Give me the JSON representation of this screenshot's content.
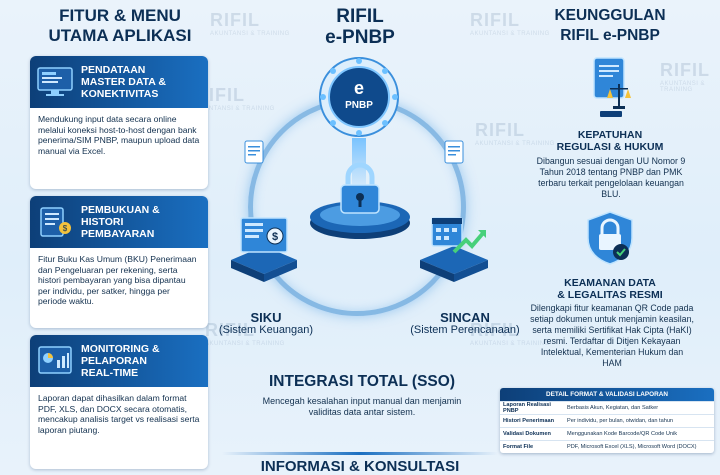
{
  "watermark": {
    "brand": "RIFIL",
    "tagline": "AKUNTANSI & TRAINING"
  },
  "left": {
    "title_line1": "FITUR & MENU",
    "title_line2": "UTAMA APLIKASI",
    "features": [
      {
        "title": [
          "PENDATAAN",
          "MASTER DATA &",
          "KONEKTIVITAS"
        ],
        "desc": "Mendukung input data secara online melalui koneksi host-to-host dengan bank penerima/SIM PNBP, maupun upload data manual via Excel."
      },
      {
        "title": [
          "PEMBUKUAN &",
          "HISTORI",
          "PEMBAYARAN"
        ],
        "desc": "Fitur Buku Kas Umum (BKU) Penerimaan dan Pengeluaran per rekening, serta histori pembayaran yang bisa dipantau per individu, per satker, hingga per periode waktu."
      },
      {
        "title": [
          "MONITORING &",
          "PELAPORAN",
          "REAL-TIME"
        ],
        "desc": "Laporan dapat dihasilkan dalam format PDF, XLS, dan DOCX secara otomatis, mencakup analisis target vs realisasi serta laporan piutang."
      }
    ]
  },
  "center": {
    "title_line1": "RIFIL",
    "title_line2": "e-PNBP",
    "hub_label": "PNBP",
    "siku": {
      "name": "SIKU",
      "sub": "(Sistem Keuangan)"
    },
    "sincan": {
      "name": "SINCAN",
      "sub": "(Sistem Perencanaan)"
    },
    "sso_title": "INTEGRASI TOTAL (SSO)",
    "sso_desc": "Mencegah kesalahan input manual dan menjamin validitas data antar sistem.",
    "footer_title": "INFORMASI & KONSULTASI"
  },
  "right": {
    "title_line1": "KEUNGGULAN",
    "title_line2": "RIFIL e-PNBP",
    "advantages": [
      {
        "title": [
          "KEPATUHAN",
          "REGULASI & HUKUM"
        ],
        "desc": "Dibangun sesuai dengan UU Nomor 9 Tahun 2018 tentang PNBP dan PMK terbaru terkait pengelolaan keuangan BLU."
      },
      {
        "title": [
          "KEAMANAN DATA",
          "& LEGALITAS RESMI"
        ],
        "desc": "Dilengkapi fitur keamanan QR Code pada setiap dokumen untuk menjamin keasilan, serta memiliki Sertifikat Hak Cipta (HaKI) resmi. Terdaftar di Ditjen Kekayaan Intelektual, Kementerian Hukum dan HAM"
      }
    ],
    "table": {
      "title": "DETAIL FORMAT & VALIDASI LAPORAN",
      "rows": [
        {
          "key": "Laporan Realisasi PNBP",
          "value": "Berbasis Akun, Kegiatan, dan Satker"
        },
        {
          "key": "Histori Penerimaan",
          "value": "Per individu, per bulan, otwidan, dan tahun"
        },
        {
          "key": "Validasi Dokumen",
          "value": "Menggunakan Kode Barcode/QR Code Unik"
        },
        {
          "key": "Format File",
          "value": "PDF, Microsoft Excel (XLS), Microsoft Word (DOCX)"
        }
      ]
    }
  },
  "colors": {
    "navy": "#0c2f55",
    "accent": "#1a6fc1",
    "bg": "#eaf3fb"
  }
}
